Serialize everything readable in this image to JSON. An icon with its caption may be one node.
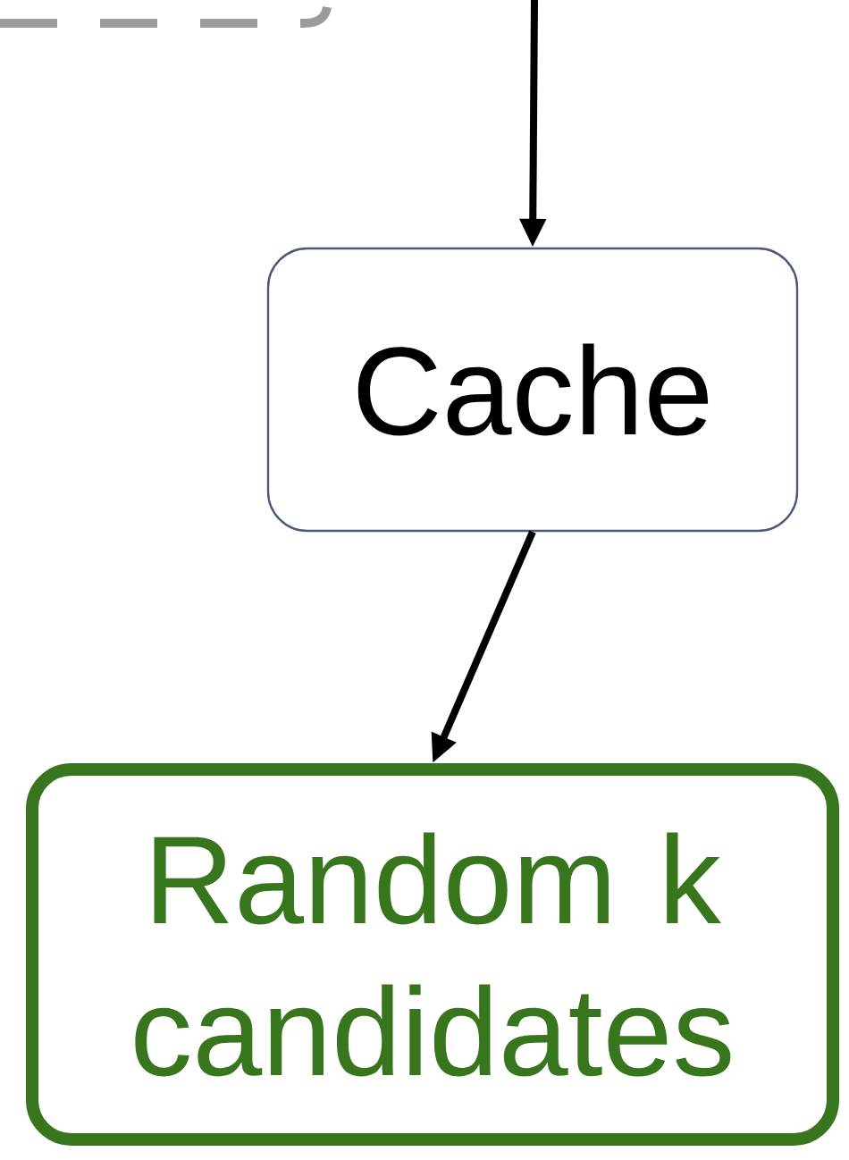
{
  "diagram": {
    "nodes": [
      {
        "text": [
          "Cache"
        ]
      },
      {
        "text": [
          "Random k candidates"
        ]
      }
    ],
    "edges": [
      {
        "from": null,
        "to": 0,
        "arrow": "to"
      },
      {
        "from": 0,
        "to": 1,
        "arrow": "to"
      }
    ]
  }
}
